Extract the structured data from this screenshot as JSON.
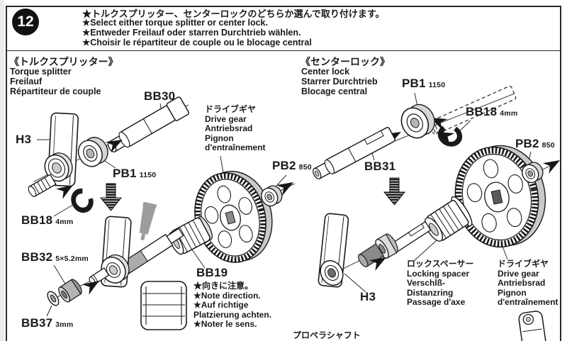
{
  "colors": {
    "ink": "#1a1a1a",
    "paper": "#ffffff",
    "shade_gray": "#9c9c9c",
    "badge": "#111111"
  },
  "step": {
    "number": "12"
  },
  "header": {
    "lines": [
      "★トルクスプリッター、センターロックのどちらか選んで取り付けます。",
      "★Select either torque splitter or center lock.",
      "★Entweder Freilauf oder starren Durchtrieb wählen.",
      "★Choisir le répartiteur de couple ou le blocage central"
    ]
  },
  "left": {
    "title_jp": "《トルクスプリッター》",
    "subtitle_en": "Torque splitter",
    "subtitle_de": "Freilauf",
    "subtitle_fr": "Répartiteur de couple",
    "labels": {
      "bb30": "BB30",
      "h3": "H3",
      "pb1": "PB1",
      "pb1_size": "1150",
      "bb18": "BB18",
      "bb18_size": "4mm",
      "pb2": "PB2",
      "pb2_size": "850",
      "bb32": "BB32",
      "bb32_size": "5×5.2mm",
      "bb37": "BB37",
      "bb37_size": "3mm",
      "bb19": "BB19"
    },
    "drive_gear_note": [
      "ドライブギヤ",
      "Drive gear",
      "Antriebsrad",
      "Pignon",
      "d'entraînement"
    ],
    "bb19_note": [
      "★向きに注意。",
      "★Note direction.",
      "★Auf richtige",
      "Platzierung achten.",
      "★Noter le sens."
    ]
  },
  "right": {
    "title_jp": "《センターロック》",
    "subtitle_en": "Center lock",
    "subtitle_de": "Starrer Durchtrieb",
    "subtitle_fr": "Blocage central",
    "labels": {
      "pb1": "PB1",
      "pb1_size": "1150",
      "bb18": "BB18",
      "bb18_size": "4mm",
      "bb31": "BB31",
      "pb2": "PB2",
      "pb2_size": "850",
      "h3": "H3"
    },
    "locking_spacer_note": [
      "ロックスペーサー",
      "Locking spacer",
      "Verschlß-",
      "Distanzring",
      "Passage d'axe"
    ],
    "drive_gear_note": [
      "ドライブギヤ",
      "Drive gear",
      "Antriebsrad",
      "Pignon",
      "d'entraînement"
    ],
    "propeller_shaft": "プロペラシャフト"
  }
}
